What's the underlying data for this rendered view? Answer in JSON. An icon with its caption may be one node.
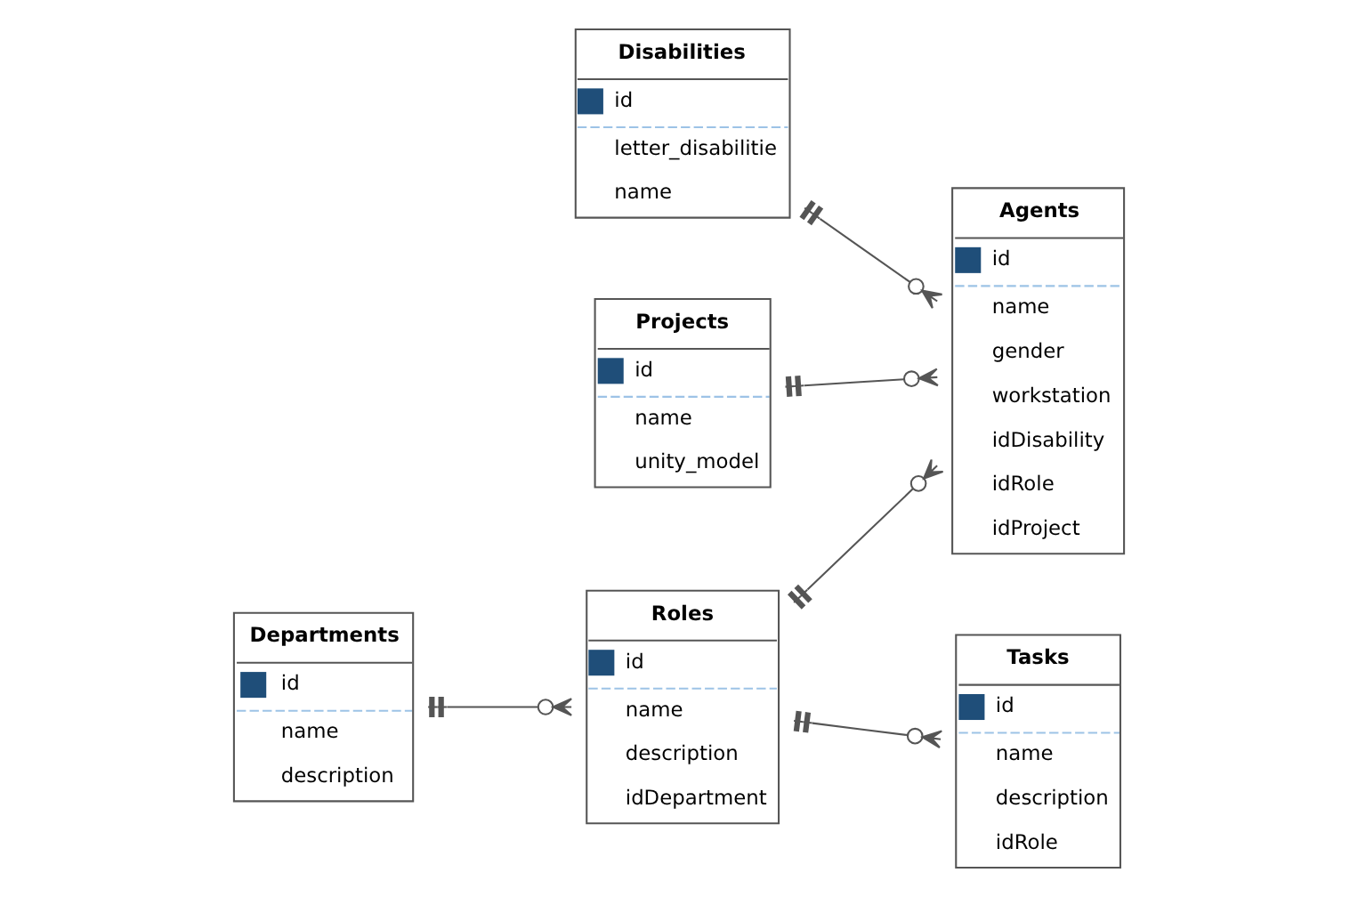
{
  "diagram": {
    "nodes": [
      {
        "text": [
          "Roles",
          "id",
          "name",
          "description",
          "idDepartment"
        ]
      },
      {
        "text": [
          "Agents",
          "id",
          "name",
          "gender",
          "workstation",
          "idDisability",
          "idRole",
          "idProject"
        ]
      },
      {
        "text": [
          "Disabilities",
          "id",
          "letter_disabilitie",
          "name"
        ]
      },
      {
        "text": [
          "Projects",
          "id",
          "name",
          "unity_model"
        ]
      },
      {
        "text": [
          "Tasks",
          "id",
          "name",
          "description",
          "idRole"
        ]
      },
      {
        "text": [
          "Departments",
          "id",
          "name",
          "description"
        ]
      }
    ],
    "edges": [
      {
        "from": 0,
        "to": 1,
        "arrow": "other"
      },
      {
        "from": 5,
        "to": 0,
        "arrow": "other"
      },
      {
        "from": 2,
        "to": 1,
        "arrow": "other"
      },
      {
        "from": 3,
        "to": 1,
        "arrow": "other"
      },
      {
        "from": 0,
        "to": 4,
        "arrow": "other"
      }
    ]
  }
}
